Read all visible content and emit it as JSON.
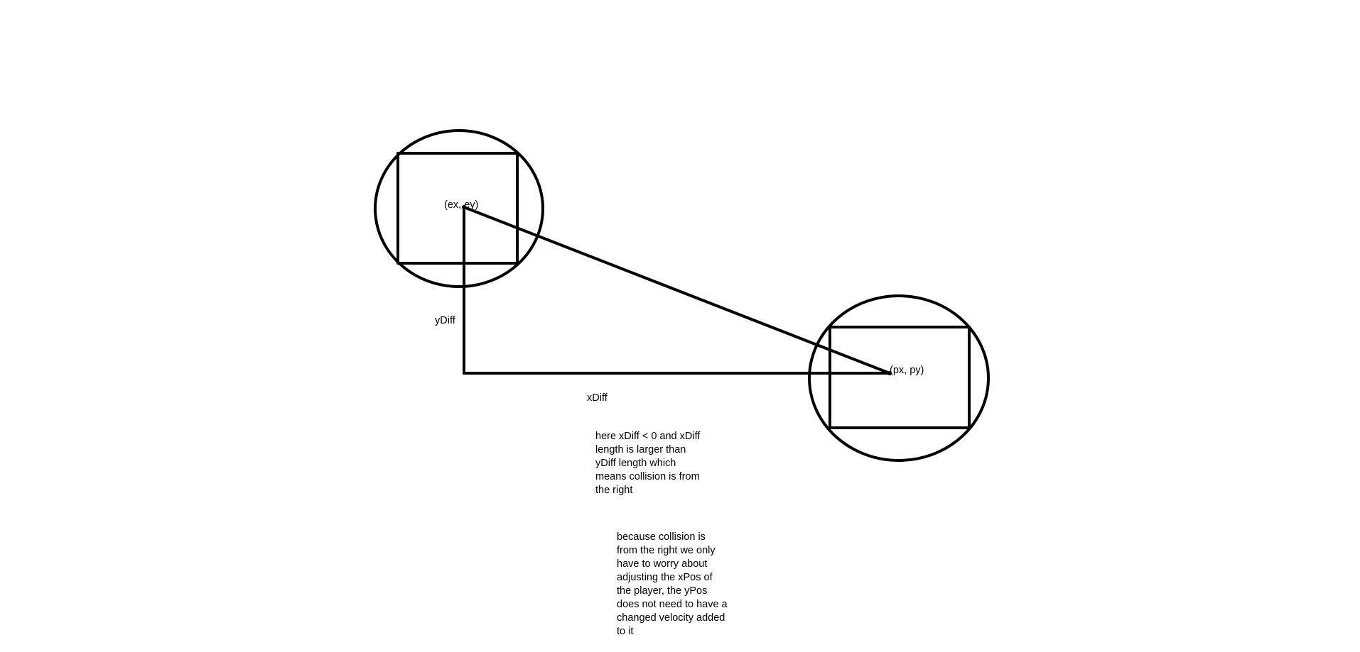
{
  "labels": {
    "enemy_point": "(ex, ey)",
    "player_point": "(px, py)",
    "y_diff": "yDiff",
    "x_diff": "xDiff"
  },
  "notes": {
    "collision_direction": "here xDiff < 0 and xDiff\nlength is larger than\nyDiff length which\nmeans collision is from\nthe right",
    "adjustment": "because collision is\nfrom the right we only\nhave to worry about\nadjusting the xPos of\nthe player, the yPos\ndoes not need to have a\nchanged velocity added\nto it"
  },
  "colors": {
    "stroke": "#000000",
    "background": "#ffffff"
  }
}
